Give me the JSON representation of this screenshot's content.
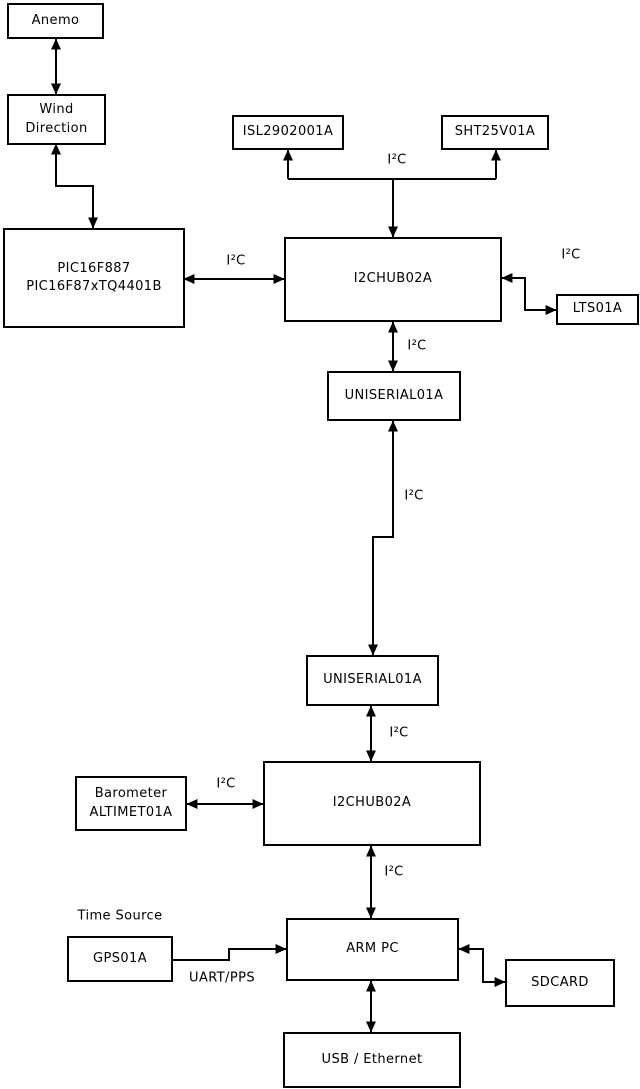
{
  "diagram": {
    "title_hint": "weather-station hardware block diagram",
    "colors": {
      "background": "#ffffff",
      "line": "#000000",
      "node_fill": "#ffffff",
      "text": "#000000"
    },
    "nodes": {
      "anemo": {
        "label": "Anemo"
      },
      "wind_direction": {
        "label": "Wind\nDirection"
      },
      "pic": {
        "label": "PIC16F887\nPIC16F87xTQ4401B"
      },
      "isl": {
        "label": "ISL2902001A"
      },
      "sht": {
        "label": "SHT25V01A"
      },
      "i2chub_top": {
        "label": "I2CHUB02A"
      },
      "lts": {
        "label": "LTS01A"
      },
      "uniserial_top": {
        "label": "UNISERIAL01A"
      },
      "uniserial_bottom": {
        "label": "UNISERIAL01A"
      },
      "barometer": {
        "label": "Barometer\nALTIMET01A"
      },
      "i2chub_bottom": {
        "label": "I2CHUB02A"
      },
      "gps": {
        "label": "GPS01A"
      },
      "arm_pc": {
        "label": "ARM PC"
      },
      "sdcard": {
        "label": "SDCARD"
      },
      "usb_ethernet": {
        "label": "USB / Ethernet"
      }
    },
    "edge_labels": {
      "i2c": "I²C",
      "uart_pps": "UART/PPS",
      "time_source": "Time Source"
    }
  }
}
